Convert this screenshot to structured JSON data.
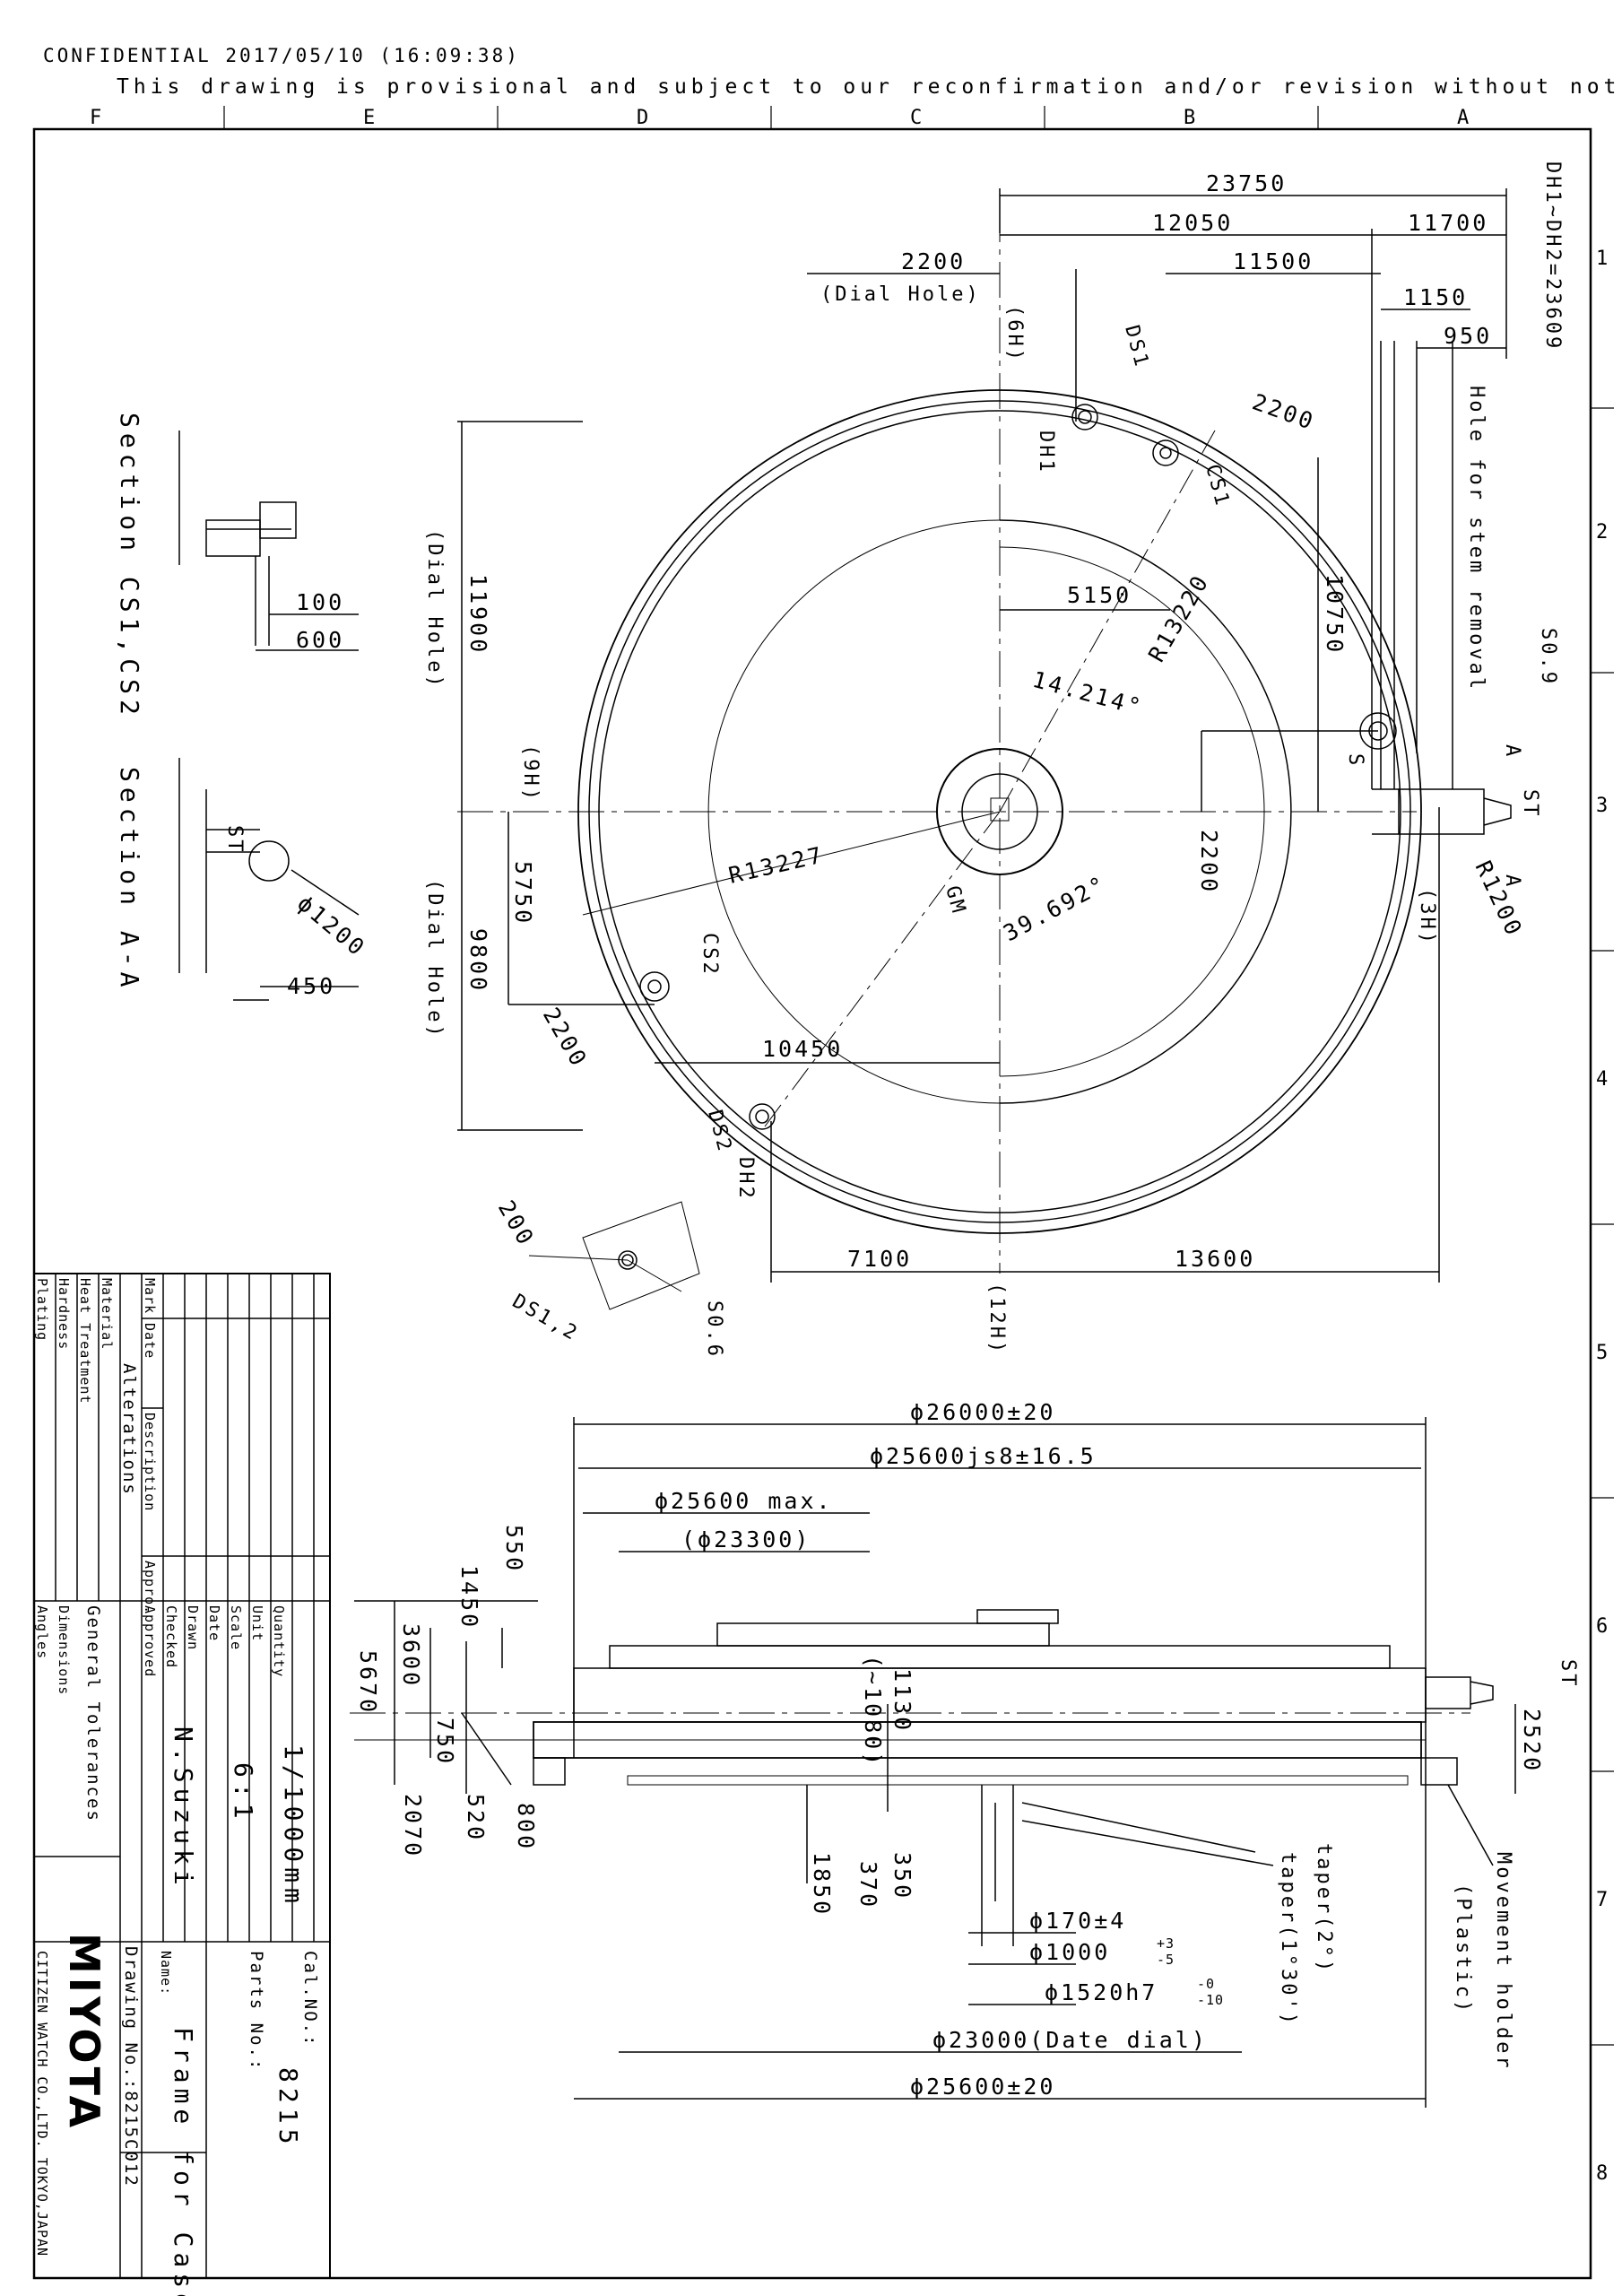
{
  "header": {
    "confidential": "CONFIDENTIAL  2017/05/10 (16:09:38)",
    "provisional": "This drawing is provisional and subject to our reconfirmation and/or revision without notice."
  },
  "zones": {
    "columns": [
      "F",
      "E",
      "D",
      "C",
      "B",
      "A"
    ],
    "rows": [
      "1",
      "2",
      "3",
      "4",
      "5",
      "6",
      "7",
      "8"
    ]
  },
  "top_view": {
    "dims": {
      "d23750": "23750",
      "d12050": "12050",
      "d11700": "11700",
      "d11500": "11500",
      "d1150": "1150",
      "d950": "950",
      "d2200_dial": "2200",
      "dial_hole": "(Dial Hole)",
      "d2200_cs1": "2200",
      "d5150": "5150",
      "d10750": "10750",
      "r13220": "R13220",
      "ang14": "14.214°",
      "d11900": "11900",
      "d5750": "5750",
      "d9800": "9800",
      "r13227": "R13227",
      "ang39": "39.692°",
      "d2200_mid": "2200",
      "d10450": "10450",
      "d2200_cs2": "2200",
      "d7100": "7100",
      "d13600": "13600",
      "d200": "200",
      "r1200": "R1200",
      "s09": "S0.9",
      "s06": "S0.6"
    },
    "labels": {
      "dh_formula": "DH1~DH2=23609",
      "h6": "(6H)",
      "h9": "(9H)",
      "h3": "(3H)",
      "h12": "(12H)",
      "ds1": "DS1",
      "dh1": "DH1",
      "cs1": "CS1",
      "cs2": "CS2",
      "ds2": "DS2",
      "dh2": "DH2",
      "gm": "GM",
      "s": "S",
      "st": "ST",
      "a1": "A",
      "a2": "A",
      "stem": "Hole for stem removal",
      "dial_hole_v1": "(Dial Hole)",
      "dial_hole_v2": "(Dial Hole)",
      "ds12": "DS1,2"
    }
  },
  "sections": {
    "cs_title": "Section CS1,CS2",
    "cs_d100": "100",
    "cs_d600": "600",
    "aa_title": "Section A-A",
    "aa_st": "ST",
    "aa_phi": "ϕ1200",
    "aa_d450": "450"
  },
  "side_view": {
    "d26000": "ϕ26000±20",
    "d25600js": "ϕ25600js8±16.5",
    "d25600max": "ϕ25600 max.",
    "d23300": "(ϕ23300)",
    "d550": "550",
    "d1450": "1450",
    "d3600": "3600",
    "d5670": "5670",
    "d750": "750",
    "d2070": "2070",
    "d520": "520",
    "d800": "800",
    "d1130": "1130",
    "d1080": "(~1080)",
    "d1850": "1850",
    "d370": "370",
    "d350": "350",
    "d170": "ϕ170±4",
    "d1000": "ϕ1000",
    "d1000_tol_up": "+3",
    "d1000_tol_dn": "-5",
    "d1520": "ϕ1520h7",
    "d1520_tol_up": "-0",
    "d1520_tol_dn": "-10",
    "d23000": "ϕ23000(Date dial)",
    "d25600": "ϕ25600±20",
    "d2520": "2520",
    "st": "ST",
    "taper2": "taper(2°)",
    "taper130": "taper(1°30')",
    "mov_holder": "Movement holder",
    "plastic": "(Plastic)"
  },
  "title_block": {
    "plating": "Plating",
    "hardness": "Hardness",
    "heat": "Heat Treatment",
    "material": "Material",
    "alterations": "Alterations",
    "mark": "Mark",
    "date": "Date",
    "description": "Description",
    "appro": "Appro.",
    "checked": "Checked",
    "approved": "Approved",
    "drawn": "Drawn",
    "date2": "Date",
    "scale": "Scale",
    "unit": "Unit",
    "quantity": "Quantity",
    "angles": "Angles",
    "general": "General Tolerances",
    "dimensions": "Dimensions",
    "drawn_by": "N.Suzuki",
    "scale_val": "6:1",
    "unit_val": "1/1000mm",
    "name_label": "Name:",
    "name_val": "Frame for Case",
    "drawing_no": "Drawing No.:8215C012",
    "parts_no": "Parts No.:",
    "cal_no": "Cal.NO.:",
    "cal_val": "8215",
    "logo": "MIYOTA",
    "company": "CITIZEN WATCH CO.,LTD. TOKYO,JAPAN"
  }
}
